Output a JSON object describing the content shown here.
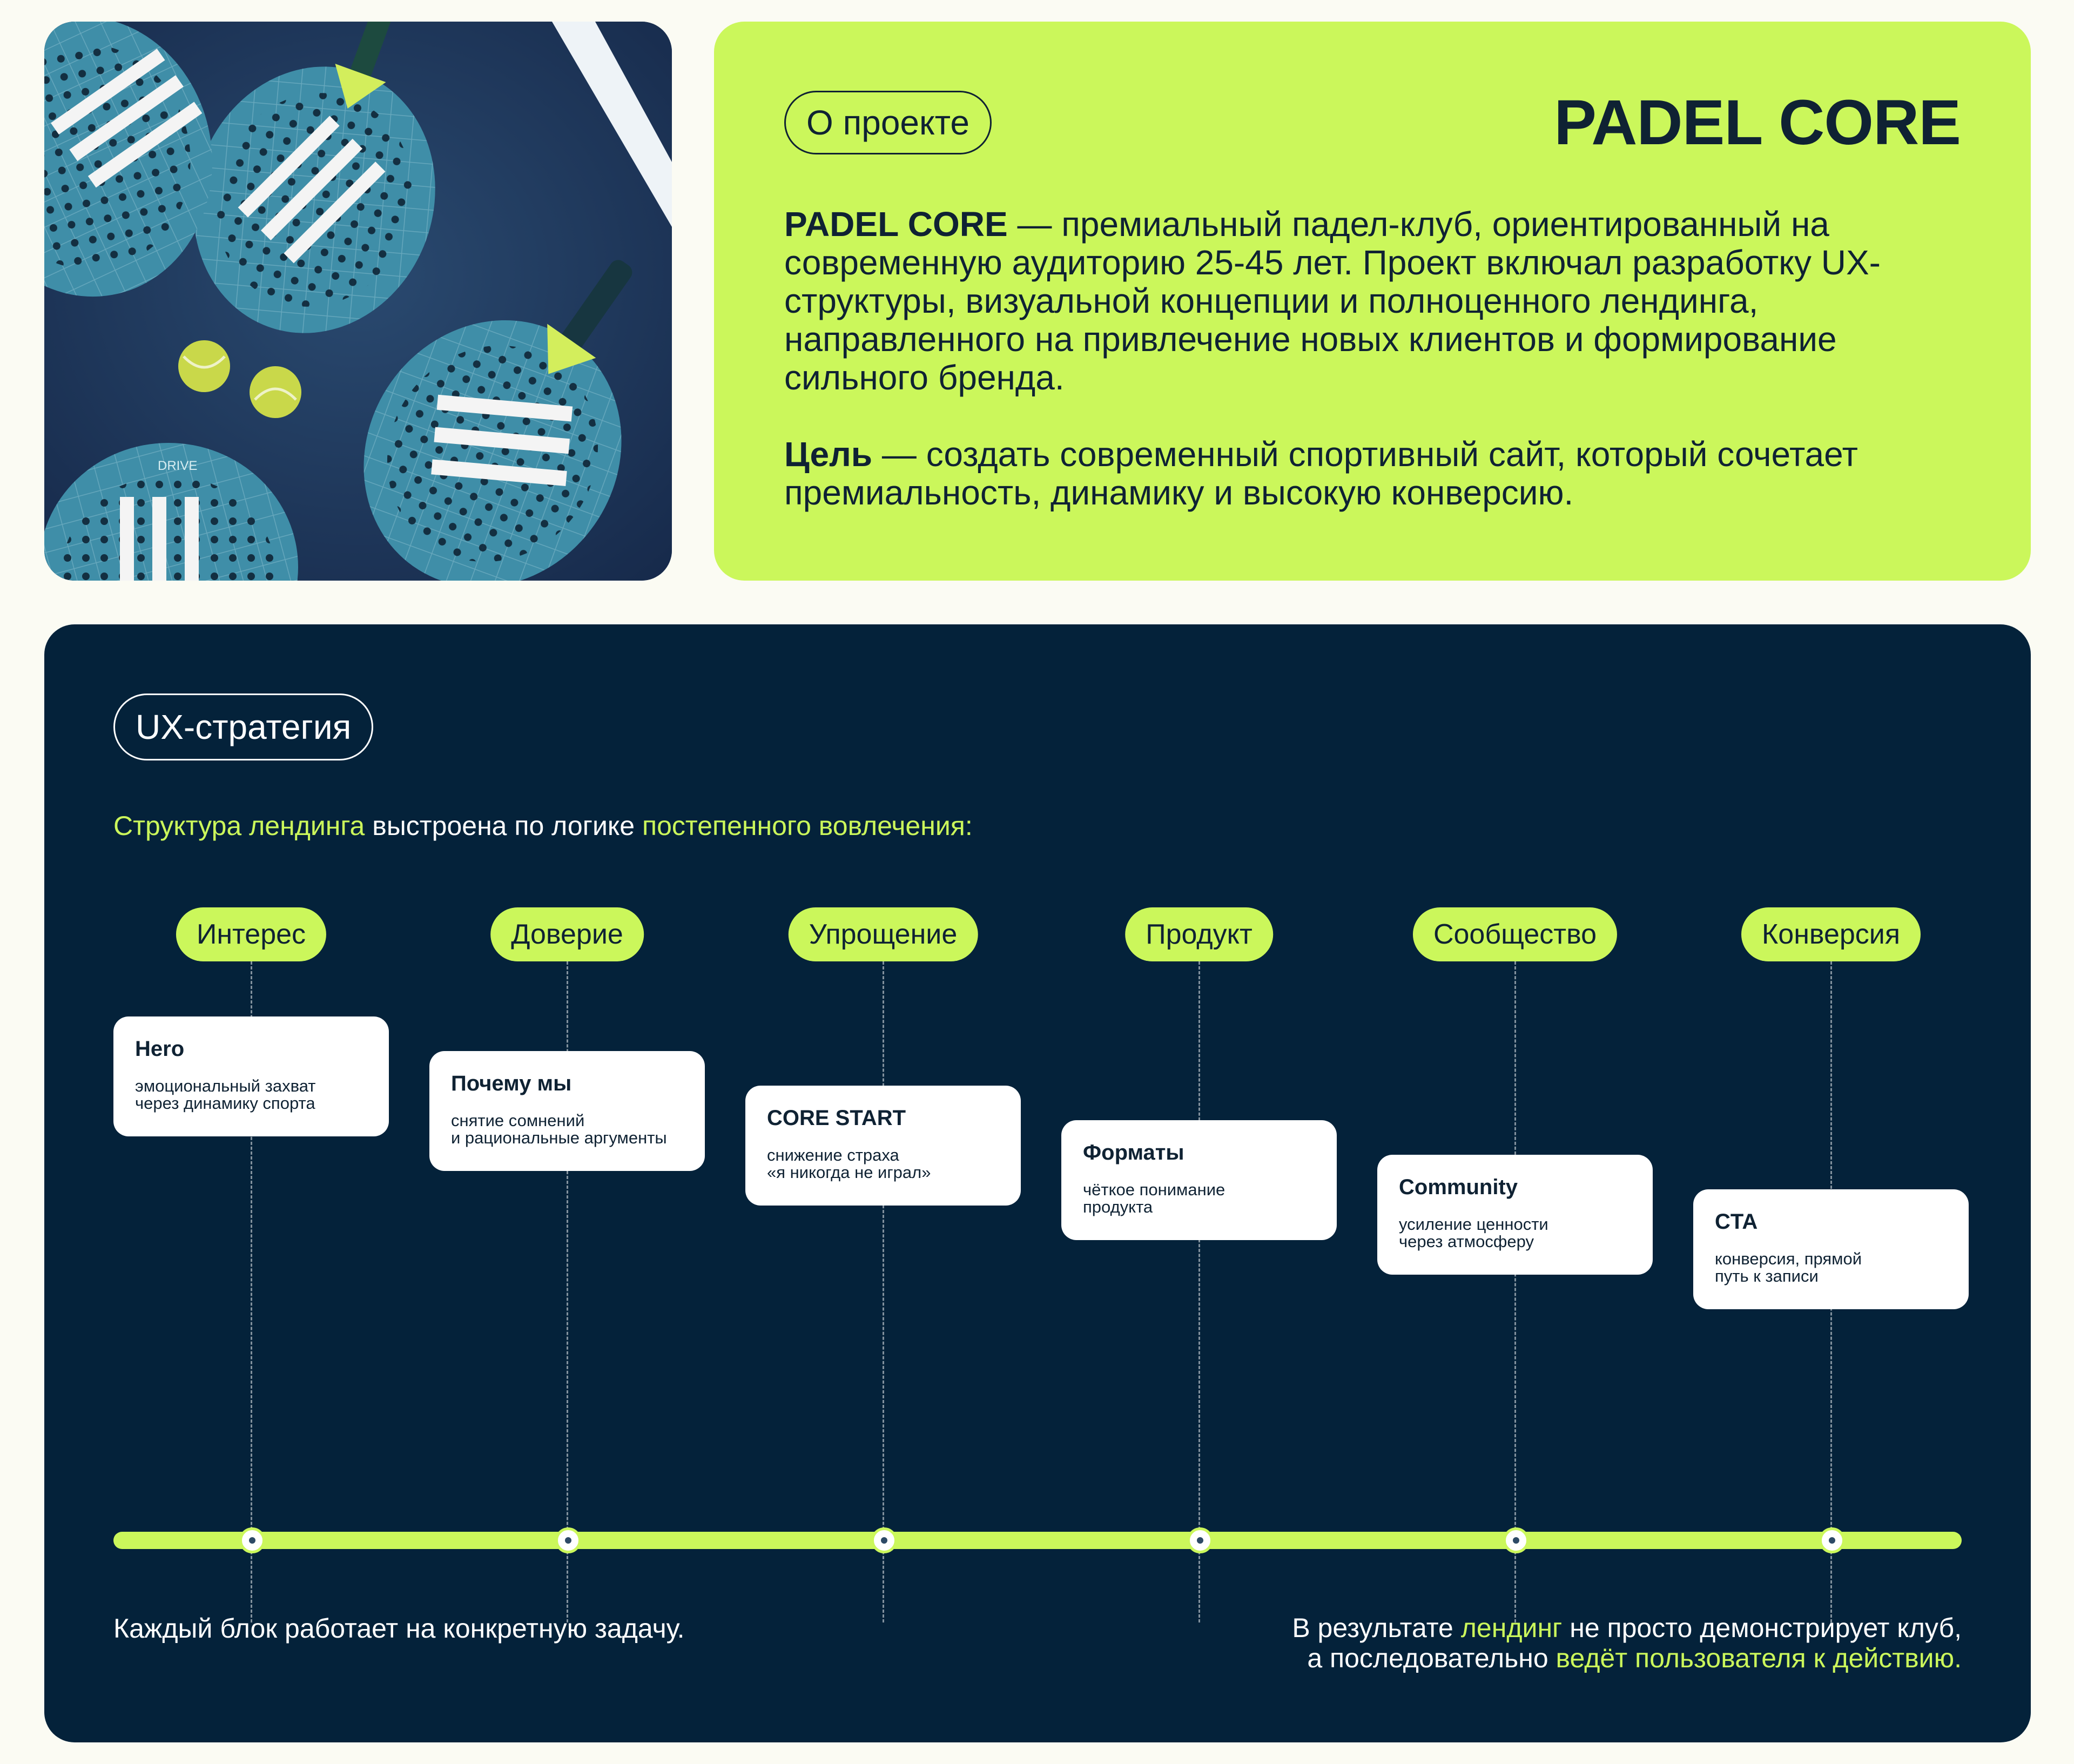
{
  "about": {
    "badge": "О проекте",
    "brand": "PADEL CORE",
    "p1_lead": "PADEL CORE",
    "p1_text": " — премиальный падел-клуб, ориентированный на современную аудиторию 25-45 лет. Проект включал разработку UX-структуры, визуальной концепции и полноценного лендинга, направленного на привлечение новых клиентов и формирование сильного бренда.",
    "p2_lead": "Цель",
    "p2_text": " — создать современный спортивный сайт, который сочетает премиальность, динамику и высокую конверсию."
  },
  "photo": {
    "racket_label": "DRIVE"
  },
  "ux": {
    "badge": "UX-стратегия",
    "intro_hl1": "Структура лендинга",
    "intro_mid": " выстроена по логике ",
    "intro_hl2": "постепенного вовлечения:",
    "stages": [
      {
        "label": "Интерес",
        "title": "Hero",
        "desc": "эмоциональный захват\nчерез динамику спорта"
      },
      {
        "label": "Доверие",
        "title": "Почему мы",
        "desc": "снятие сомнений\nи рациональные аргументы"
      },
      {
        "label": "Упрощение",
        "title": "CORE START",
        "desc": "снижение страха\n«я никогда не играл»"
      },
      {
        "label": "Продукт",
        "title": "Форматы",
        "desc": "чёткое понимание\nпродукта"
      },
      {
        "label": "Сообщество",
        "title": "Community",
        "desc": "усиление ценности\nчерез атмосферу"
      },
      {
        "label": "Конверсия",
        "title": "CTA",
        "desc": "конверсия, прямой\nпуть к записи"
      }
    ],
    "footer_left": "Каждый блок работает на конкретную задачу.",
    "footer_r1a": "В результате ",
    "footer_r1b": "лендинг",
    "footer_r1c": " не просто демонстрирует клуб,",
    "footer_r2a": "а последовательно ",
    "footer_r2b": "ведёт пользователя к действию."
  },
  "colors": {
    "accent": "#cbf75b",
    "dark": "#04223a",
    "text_dark": "#0f2233",
    "page_bg": "#fbfbf3"
  }
}
